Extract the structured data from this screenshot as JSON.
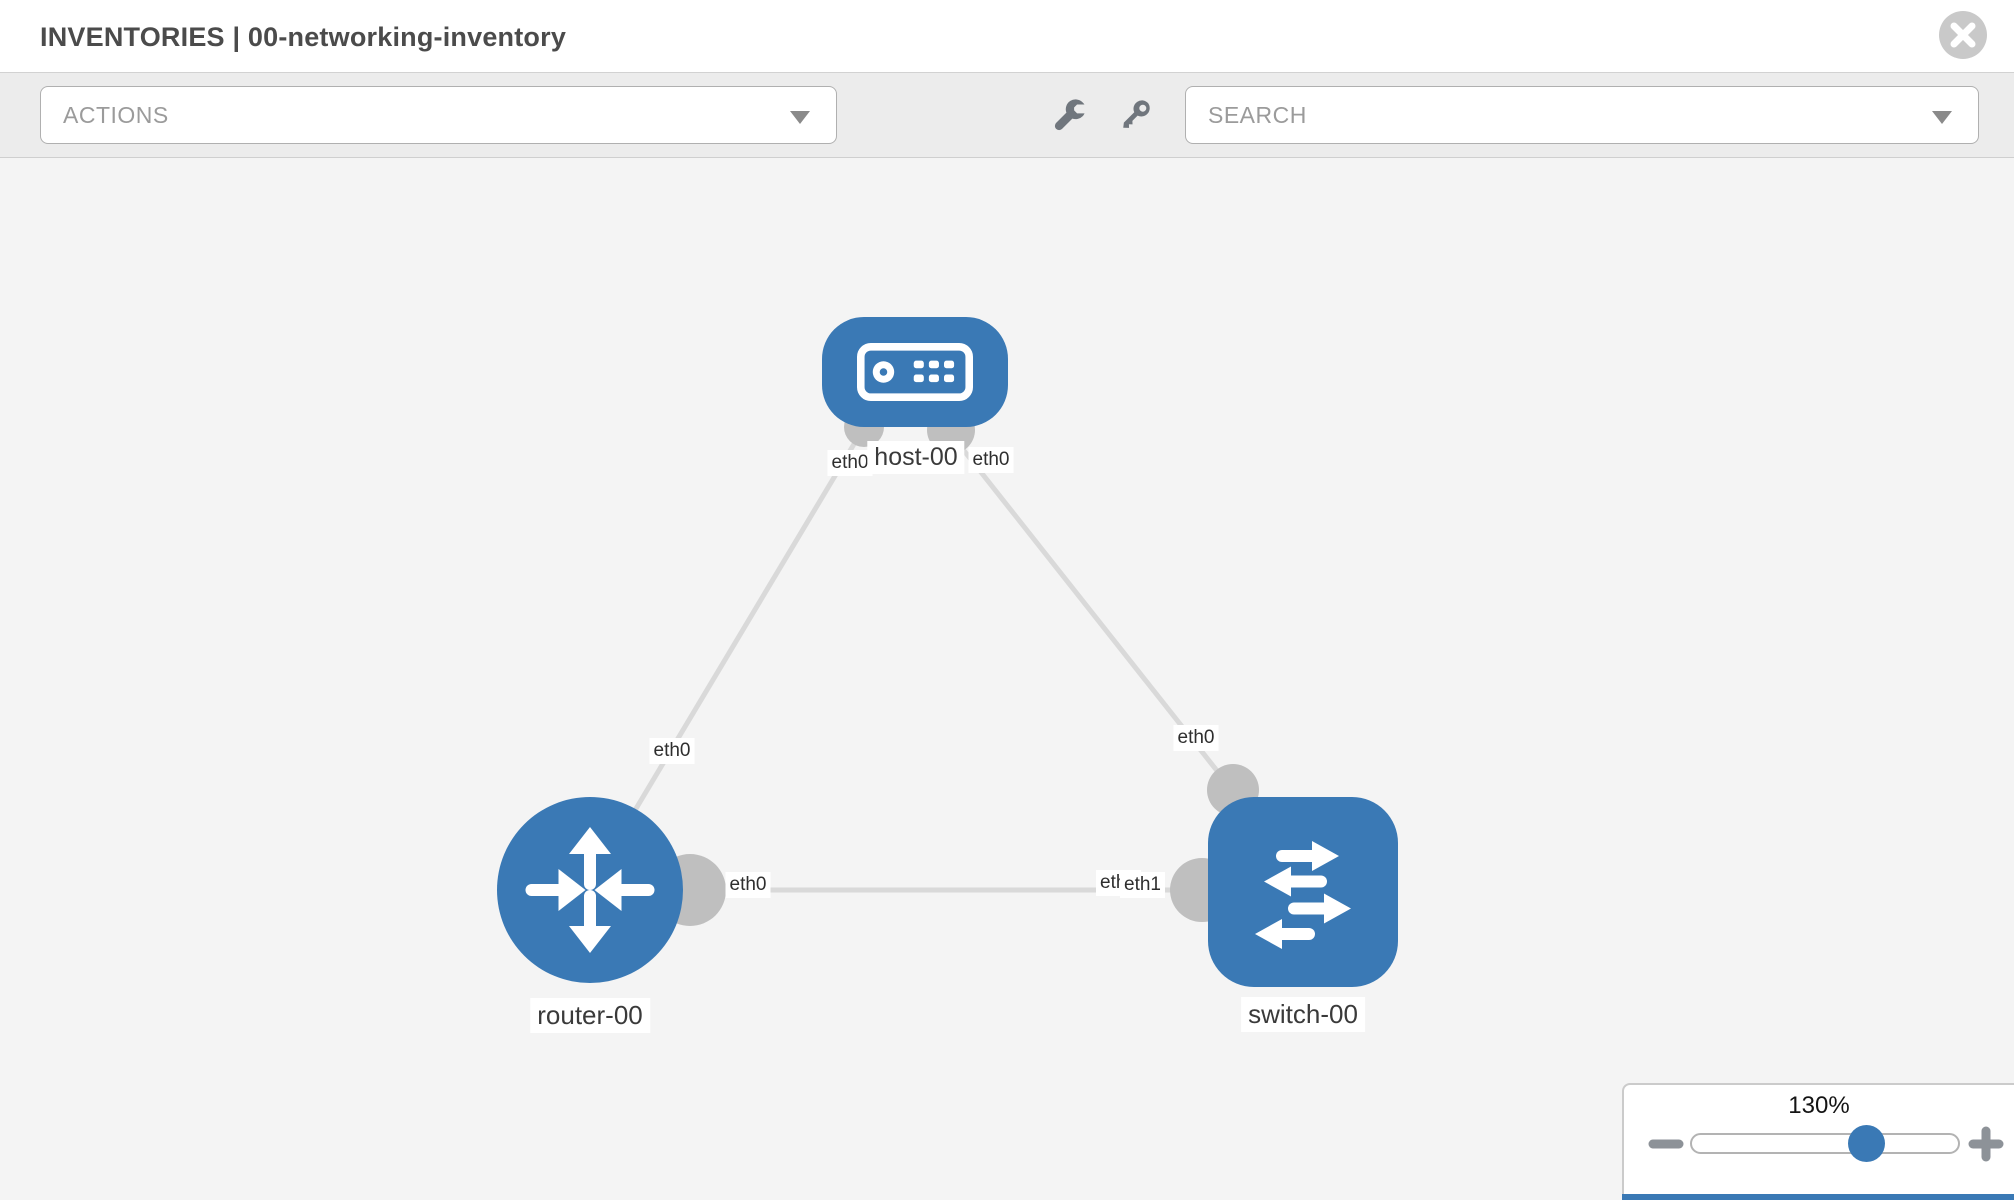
{
  "header": {
    "title": "INVENTORIES | 00-networking-inventory"
  },
  "toolbar": {
    "actions_label": "ACTIONS",
    "search_placeholder": "SEARCH",
    "tool_icons": [
      "wrench-icon",
      "key-icon"
    ]
  },
  "topology": {
    "nodes": [
      {
        "id": "host-00",
        "type": "host",
        "label": "host-00",
        "shape": "rounded-rect"
      },
      {
        "id": "router-00",
        "type": "router",
        "label": "router-00",
        "shape": "circle"
      },
      {
        "id": "switch-00",
        "type": "switch",
        "label": "switch-00",
        "shape": "rounded-square"
      }
    ],
    "links": [
      {
        "from": "host-00",
        "to": "router-00",
        "from_interface": "eth0",
        "to_interface": "eth0"
      },
      {
        "from": "host-00",
        "to": "switch-00",
        "from_interface": "eth0",
        "to_interface": "eth0"
      },
      {
        "from": "router-00",
        "to": "switch-00",
        "from_interface": "eth0",
        "to_interface": "eth1"
      }
    ]
  },
  "labels": {
    "host": "host-00",
    "router": "router-00",
    "switch": "switch-00",
    "if_host_left": "eth0",
    "if_host_right": "eth0",
    "if_router_top": "eth0",
    "if_switch_top": "eth0",
    "if_router_right": "eth0",
    "if_switch_left_back": "eth0",
    "if_switch_left_front": "eth1"
  },
  "zoom_control": {
    "level": "130%"
  },
  "colors": {
    "node_blue": "#3a79b5",
    "link_gray": "#d9d9d9",
    "interface_gray": "#bfbfbf",
    "canvas_bg": "#f4f4f4",
    "toolbar_bg": "#ececec",
    "icon_gray": "#70767d"
  }
}
